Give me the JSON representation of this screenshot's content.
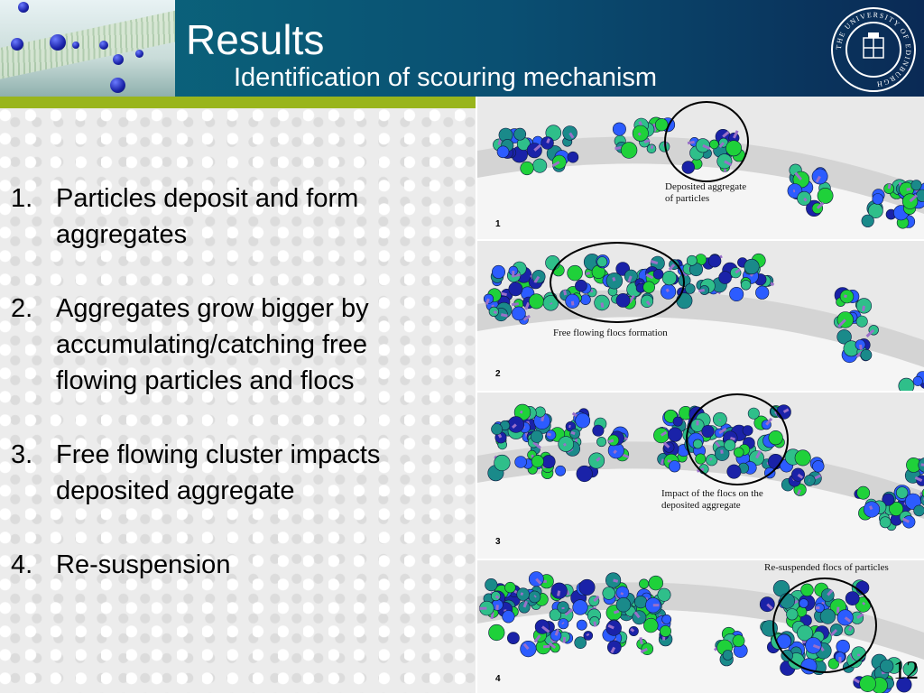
{
  "slide": {
    "title": "Results",
    "subtitle": "Identification of scouring mechanism",
    "page_number": "12"
  },
  "list_items": [
    {
      "num": "1.",
      "lines": [
        "Particles deposit and form",
        "aggregates"
      ]
    },
    {
      "num": "2.",
      "lines": [
        "Aggregates grow bigger by",
        "accumulating/catching free",
        "flowing particles and flocs"
      ]
    },
    {
      "num": "3.",
      "lines": [
        "Free flowing cluster impacts",
        "deposited aggregate"
      ]
    },
    {
      "num": "4.",
      "lines": [
        "Re-suspension"
      ]
    }
  ],
  "panels": [
    {
      "number": "1",
      "caption_lines": [
        "Deposited aggregate",
        "of particles"
      ]
    },
    {
      "number": "2",
      "caption_lines": [
        "Free flowing flocs formation"
      ]
    },
    {
      "number": "3",
      "caption_lines": [
        "Impact of the flocs on the",
        "deposited aggregate"
      ]
    },
    {
      "number": "4",
      "caption_lines": [
        "Re-suspended flocs of particles"
      ]
    }
  ],
  "colors": {
    "header_dark": "#0a2a55",
    "header_teal": "#0b6a7e",
    "accent_green": "#99b51c",
    "particle_blue": "#1a22a8",
    "particle_green": "#1fd13a",
    "particle_teal": "#1a8a8a"
  },
  "logo": {
    "ring_text": "THE UNIVERSITY OF EDINBURGH"
  }
}
